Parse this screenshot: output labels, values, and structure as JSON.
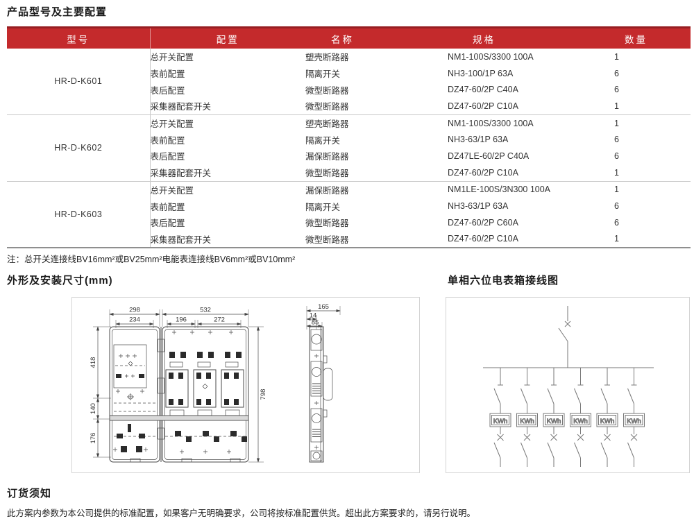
{
  "page": {
    "title": "产品型号及主要配置",
    "note": "注：总开关连接线BV16mm²或BV25mm²电能表连接线BV6mm²或BV10mm²"
  },
  "colors": {
    "header_red": "#C42A2C",
    "header_red_dark": "#971E22",
    "divider_gray": "#C9C9C9"
  },
  "table": {
    "headers": [
      "型号",
      "配置",
      "名称",
      "规格",
      "数量"
    ],
    "groups": [
      {
        "model": "HR-D-K601",
        "rows": [
          [
            "总开关配置",
            "塑壳断路器",
            "NM1-100S/3300 100A",
            "1"
          ],
          [
            "表前配置",
            "隔离开关",
            "NH3-100/1P 63A",
            "6"
          ],
          [
            "表后配置",
            "微型断路器",
            "DZ47-60/2P  C40A",
            "6"
          ],
          [
            "采集器配套开关",
            "微型断路器",
            "DZ47-60/2P  C10A",
            "1"
          ]
        ]
      },
      {
        "model": "HR-D-K602",
        "rows": [
          [
            "总开关配置",
            "塑壳断路器",
            "NM1-100S/3300 100A",
            "1"
          ],
          [
            "表前配置",
            "隔离开关",
            "NH3-63/1P 63A",
            "6"
          ],
          [
            "表后配置",
            "漏保断路器",
            "DZ47LE-60/2P  C40A",
            "6"
          ],
          [
            "采集器配套开关",
            "微型断路器",
            "DZ47-60/2P C10A",
            "1"
          ]
        ]
      },
      {
        "model": "HR-D-K603",
        "rows": [
          [
            "总开关配置",
            "漏保断路器",
            "NM1LE-100S/3N300 100A",
            "1"
          ],
          [
            "表前配置",
            "隔离开关",
            "NH3-63/1P 63A",
            "6"
          ],
          [
            "表后配置",
            "微型断路器",
            "DZ47-60/2P  C60A",
            "6"
          ],
          [
            "采集器配套开关",
            "微型断路器",
            "DZ47-60/2P  C10A",
            "1"
          ]
        ]
      }
    ]
  },
  "sections": {
    "dimensions_title": "外形及安装尺寸(mm)",
    "wiring_title": "单相六位电表箱接线图",
    "ordering_title": "订货须知",
    "ordering_text": "此方案内参数为本公司提供的标准配置，如果客户无明确要求，公司将按标准配置供货。超出此方案要求的，请另行说明。"
  },
  "drawing": {
    "front_dims": {
      "w_left": "298",
      "w_left_inner": "234",
      "w_right": "532",
      "w_right_inner1": "196",
      "w_right_inner2": "272",
      "h1": "418",
      "h2": "140",
      "h3": "176",
      "h_total": "798"
    },
    "side_dims": {
      "depth_total": "165",
      "depth_door": "14",
      "depth_body": "85"
    },
    "meter_label": "KWh"
  }
}
